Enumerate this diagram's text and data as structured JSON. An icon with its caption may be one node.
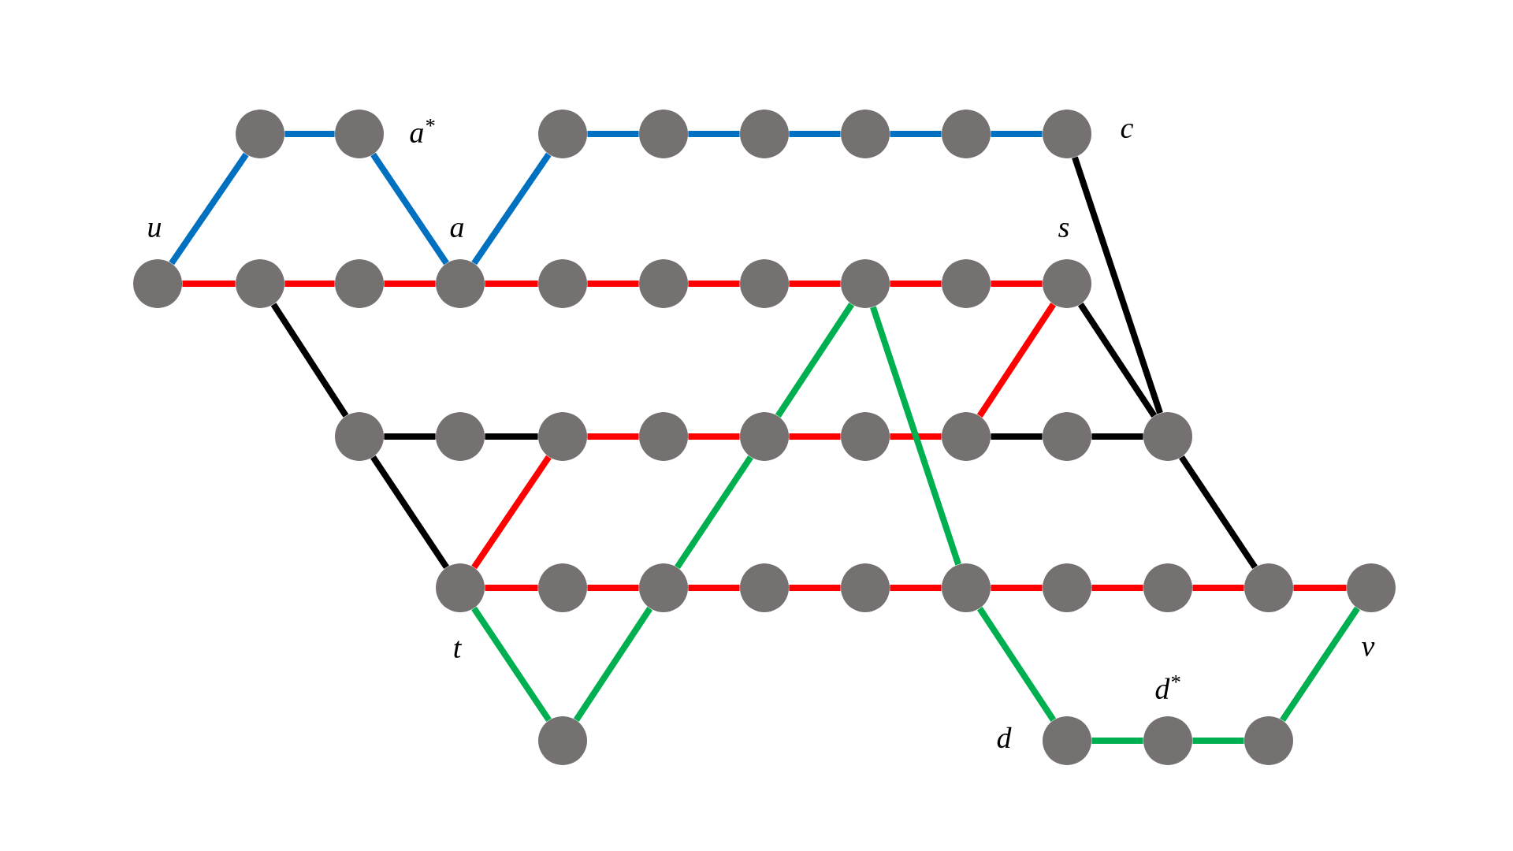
{
  "diagram": {
    "nodes": [
      {
        "text": [],
        "shape": "circle"
      },
      {
        "text": [],
        "shape": "circle",
        "beside": [
          "a$^{*}$"
        ]
      },
      {
        "text": [],
        "shape": "circle"
      },
      {
        "text": [],
        "shape": "circle"
      },
      {
        "text": [],
        "shape": "circle"
      },
      {
        "text": [],
        "shape": "circle"
      },
      {
        "text": [],
        "shape": "circle"
      },
      {
        "text": [],
        "shape": "circle",
        "beside": [
          "c"
        ]
      },
      {
        "text": [],
        "shape": "circle",
        "beside": [
          "u"
        ]
      },
      {
        "text": [],
        "shape": "circle"
      },
      {
        "text": [],
        "shape": "circle"
      },
      {
        "text": [],
        "shape": "circle",
        "beside": [
          "a"
        ]
      },
      {
        "text": [],
        "shape": "circle"
      },
      {
        "text": [],
        "shape": "circle"
      },
      {
        "text": [],
        "shape": "circle"
      },
      {
        "text": [],
        "shape": "circle"
      },
      {
        "text": [],
        "shape": "circle"
      },
      {
        "text": [],
        "shape": "circle",
        "beside": [
          "s"
        ]
      },
      {
        "text": [],
        "shape": "circle"
      },
      {
        "text": [],
        "shape": "circle"
      },
      {
        "text": [],
        "shape": "circle"
      },
      {
        "text": [],
        "shape": "circle"
      },
      {
        "text": [],
        "shape": "circle"
      },
      {
        "text": [],
        "shape": "circle"
      },
      {
        "text": [],
        "shape": "circle"
      },
      {
        "text": [],
        "shape": "circle"
      },
      {
        "text": [],
        "shape": "circle"
      },
      {
        "text": [],
        "shape": "circle",
        "beside": [
          "t"
        ]
      },
      {
        "text": [],
        "shape": "circle"
      },
      {
        "text": [],
        "shape": "circle"
      },
      {
        "text": [],
        "shape": "circle"
      },
      {
        "text": [],
        "shape": "circle"
      },
      {
        "text": [],
        "shape": "circle"
      },
      {
        "text": [],
        "shape": "circle"
      },
      {
        "text": [],
        "shape": "circle"
      },
      {
        "text": [],
        "shape": "circle"
      },
      {
        "text": [],
        "shape": "circle",
        "beside": [
          "v"
        ]
      },
      {
        "text": [],
        "shape": "circle"
      },
      {
        "text": [],
        "shape": "circle",
        "beside": [
          "d"
        ]
      },
      {
        "text": [],
        "shape": "circle",
        "beside": [
          "d$^{*}$"
        ]
      },
      {
        "text": [],
        "shape": "circle"
      }
    ],
    "edges": [
      {
        "from": 8,
        "to": 0,
        "arrow": "none",
        "color": "#0070c0"
      },
      {
        "from": 0,
        "to": 1,
        "arrow": "none",
        "color": "#0070c0"
      },
      {
        "from": 1,
        "to": 11,
        "arrow": "none",
        "color": "#0070c0"
      },
      {
        "from": 11,
        "to": 2,
        "arrow": "none",
        "color": "#0070c0"
      },
      {
        "from": 2,
        "to": 3,
        "arrow": "none",
        "color": "#0070c0"
      },
      {
        "from": 3,
        "to": 4,
        "arrow": "none",
        "color": "#0070c0"
      },
      {
        "from": 4,
        "to": 5,
        "arrow": "none",
        "color": "#0070c0"
      },
      {
        "from": 5,
        "to": 6,
        "arrow": "none",
        "color": "#0070c0"
      },
      {
        "from": 6,
        "to": 7,
        "arrow": "none",
        "color": "#0070c0"
      },
      {
        "from": 8,
        "to": 9,
        "arrow": "none"
      },
      {
        "from": 9,
        "to": 10,
        "arrow": "none"
      },
      {
        "from": 10,
        "to": 11,
        "arrow": "none"
      },
      {
        "from": 11,
        "to": 12,
        "arrow": "none"
      },
      {
        "from": 12,
        "to": 13,
        "arrow": "none"
      },
      {
        "from": 13,
        "to": 14,
        "arrow": "none"
      },
      {
        "from": 14,
        "to": 15,
        "arrow": "none"
      },
      {
        "from": 15,
        "to": 16,
        "arrow": "none"
      },
      {
        "from": 16,
        "to": 17,
        "arrow": "none"
      },
      {
        "from": 17,
        "to": 24,
        "arrow": "none"
      },
      {
        "from": 20,
        "to": 21,
        "arrow": "none"
      },
      {
        "from": 21,
        "to": 22,
        "arrow": "none"
      },
      {
        "from": 22,
        "to": 23,
        "arrow": "none"
      },
      {
        "from": 23,
        "to": 24,
        "arrow": "none"
      },
      {
        "from": 20,
        "to": 27,
        "arrow": "none"
      },
      {
        "from": 27,
        "to": 28,
        "arrow": "none"
      },
      {
        "from": 28,
        "to": 29,
        "arrow": "none"
      },
      {
        "from": 29,
        "to": 30,
        "arrow": "none"
      },
      {
        "from": 30,
        "to": 31,
        "arrow": "none"
      },
      {
        "from": 31,
        "to": 32,
        "arrow": "none"
      },
      {
        "from": 32,
        "to": 33,
        "arrow": "none"
      },
      {
        "from": 33,
        "to": 34,
        "arrow": "none"
      },
      {
        "from": 34,
        "to": 35,
        "arrow": "none"
      },
      {
        "from": 35,
        "to": 36,
        "arrow": "none"
      },
      {
        "from": 9,
        "to": 18,
        "arrow": "none",
        "color": "#000000"
      },
      {
        "from": 18,
        "to": 27,
        "arrow": "none",
        "color": "#000000"
      },
      {
        "from": 18,
        "to": 19,
        "arrow": "none",
        "color": "#000000"
      },
      {
        "from": 19,
        "to": 20,
        "arrow": "none",
        "color": "#000000"
      },
      {
        "from": 24,
        "to": 25,
        "arrow": "none",
        "color": "#000000"
      },
      {
        "from": 25,
        "to": 26,
        "arrow": "none",
        "color": "#000000"
      },
      {
        "from": 7,
        "to": 26,
        "arrow": "none",
        "color": "#000000"
      },
      {
        "from": 17,
        "to": 26,
        "arrow": "none",
        "color": "#000000"
      },
      {
        "from": 26,
        "to": 35,
        "arrow": "none",
        "color": "#000000"
      },
      {
        "from": 27,
        "to": 37,
        "arrow": "none",
        "color": "#00b050"
      },
      {
        "from": 37,
        "to": 29,
        "arrow": "none",
        "color": "#00b050"
      },
      {
        "from": 29,
        "to": 22,
        "arrow": "none",
        "color": "#00b050"
      },
      {
        "from": 22,
        "to": 15,
        "arrow": "none",
        "color": "#00b050"
      },
      {
        "from": 15,
        "to": 32,
        "arrow": "none",
        "color": "#00b050"
      },
      {
        "from": 32,
        "to": 38,
        "arrow": "none",
        "color": "#00b050"
      },
      {
        "from": 38,
        "to": 39,
        "arrow": "none",
        "color": "#00b050"
      },
      {
        "from": 39,
        "to": 40,
        "arrow": "none",
        "color": "#00b050"
      },
      {
        "from": 40,
        "to": 36,
        "arrow": "none",
        "color": "#00b050"
      }
    ]
  }
}
